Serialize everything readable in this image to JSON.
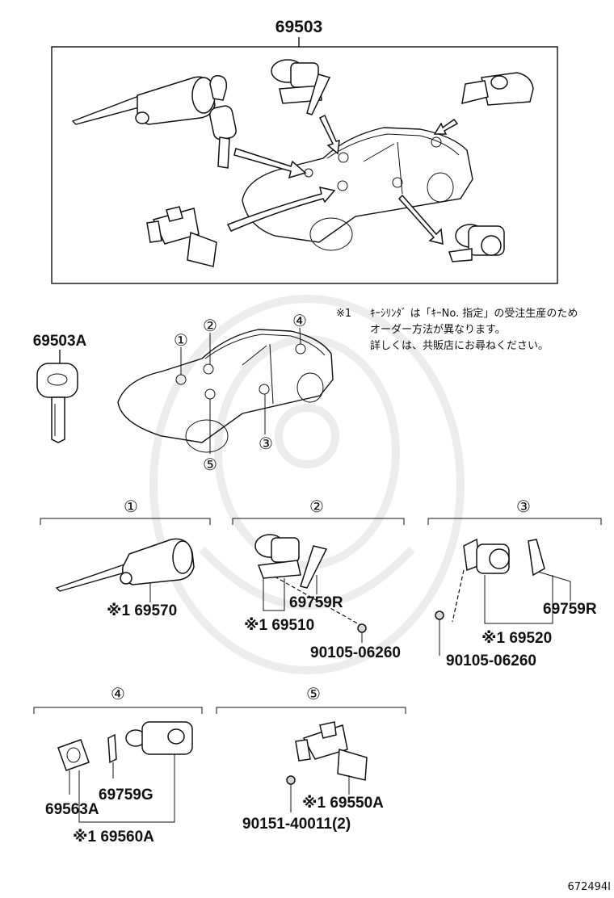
{
  "diagram_code": "672494I",
  "top_set": {
    "part_no": "69503"
  },
  "key": {
    "part_no": "69503A"
  },
  "note": {
    "mark": "※1",
    "line1": "ｷｰｼﾘﾝﾀﾞ は「ｷｰNo. 指定」の受注生産のため",
    "line2": "オーダー方法が異なります。",
    "line3": "詳しくは、共販店にお尋ねください。"
  },
  "car_callouts": [
    "①",
    "②",
    "③",
    "④",
    "⑤"
  ],
  "sections": [
    {
      "id": "①",
      "parts": [
        "※1 69570"
      ]
    },
    {
      "id": "②",
      "parts": [
        "69759R",
        "※1 69510",
        "90105-06260"
      ]
    },
    {
      "id": "③",
      "parts": [
        "69759R",
        "※1 69520",
        "90105-06260"
      ]
    },
    {
      "id": "④",
      "parts": [
        "69759G",
        "69563A",
        "※1 69560A"
      ]
    },
    {
      "id": "⑤",
      "parts": [
        "※1 69550A",
        "90151-40011(2)"
      ]
    }
  ]
}
